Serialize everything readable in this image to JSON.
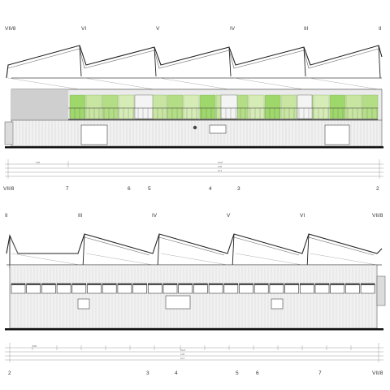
{
  "top_elevation": {
    "top_axes": [
      "VII/8",
      "VI",
      "V",
      "IV",
      "III",
      "II"
    ],
    "bottom_axes": [
      "VII/8",
      "7",
      "6",
      "5",
      "4",
      "3",
      "2"
    ],
    "dimension_labels": [
      "5.95",
      "19.07",
      "9.35",
      "10.4"
    ],
    "panel_colors": [
      "#9fd86a",
      "#c8e6a2",
      "#b4de85",
      "#d6ecb6"
    ]
  },
  "bottom_elevation": {
    "top_axes": [
      "II",
      "III",
      "IV",
      "V",
      "VI",
      "VII/8"
    ],
    "bottom_axes": [
      "2",
      "3",
      "4",
      "5",
      "6",
      "7",
      "VII/8"
    ],
    "dimension_labels": [
      "5.85",
      "19.07",
      "9.35",
      "10.4"
    ]
  }
}
